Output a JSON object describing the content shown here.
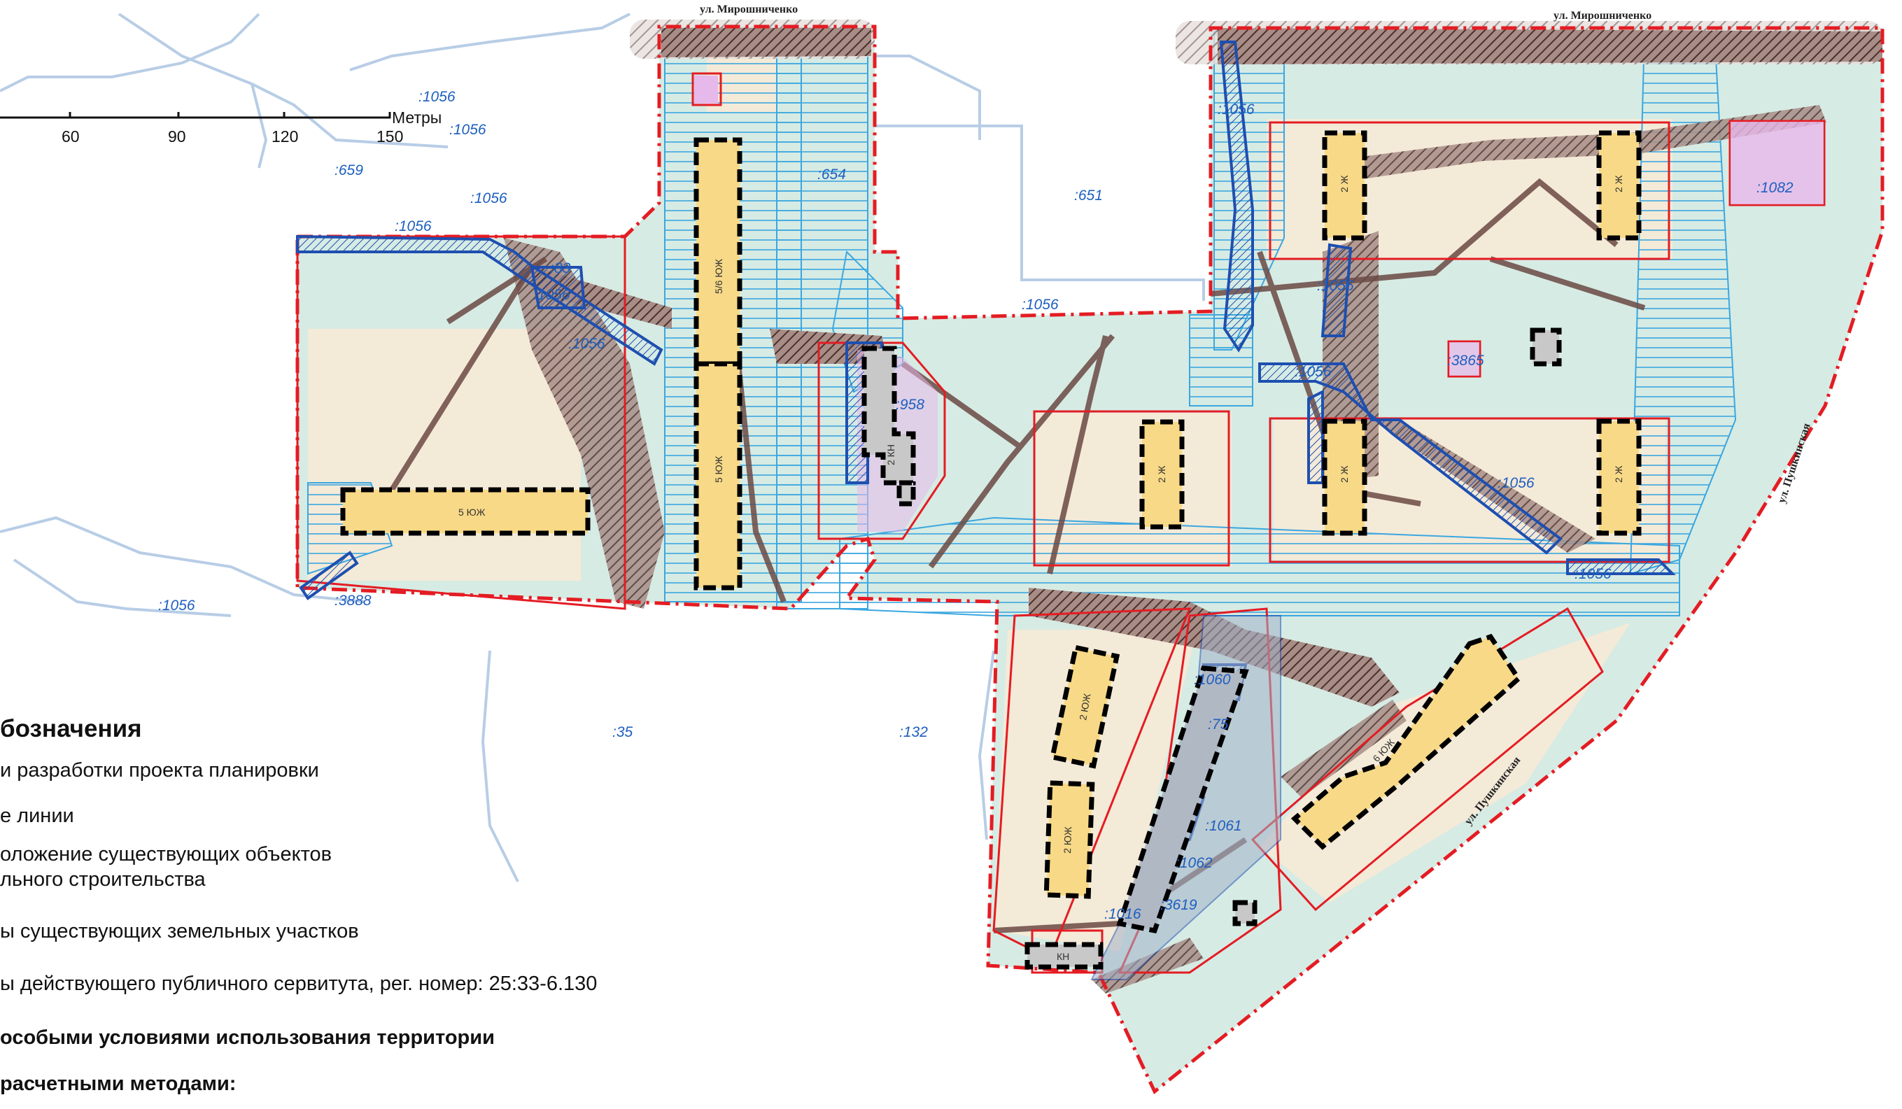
{
  "colors": {
    "boundary_red": "#e41c23",
    "servitude_blue": "#1e4fb0",
    "zone_cyan": "#3aa7e0",
    "building_fill": "#f7d987",
    "building_outline": "#000000",
    "easement_brown": "#6b4a44",
    "territory_green": "#d6ebe4",
    "parcel_pink": "#e7b8ea",
    "base_lines": "#b8cde6"
  },
  "streets": {
    "miroshnichenko_1": "ул. Мирошниченко",
    "miroshnichenko_2": "ул. Мирошниченко",
    "pushkinskaya_1": "ул. Пушкинская",
    "pushkinskaya_2": "ул. Пушкинская"
  },
  "scale_bar": {
    "ticks": [
      "60",
      "90",
      "120",
      "150"
    ],
    "unit": "Метры"
  },
  "parcels": [
    ":1056",
    ":1056",
    ":659",
    ":1056",
    ":1056",
    ":83",
    ":1056",
    ":1056",
    ":654",
    ":651",
    ":958",
    ":1056",
    ":1056",
    ":1082",
    ":1056",
    ":3865",
    ":1056",
    ":1056",
    ":1056",
    ":3888",
    ":1056",
    ":35",
    ":132",
    ":1060",
    ":75",
    ":1061",
    ":1062",
    ":1016",
    ":3619"
  ],
  "building_labels": [
    "5/6 ЮЖ",
    "5 ЮЖ",
    "5 ЮЖ",
    "2 КН",
    "2 Ж",
    "2 Ж",
    "2 Ж",
    "2 Ж",
    "2 Ж",
    "2 ЮЖ",
    "2 ЮЖ",
    "6 ЮЖ",
    "КН"
  ],
  "legend": {
    "title": "бозначения",
    "items": [
      "и разработки проекта планировки",
      "е линии",
      "оложение существующих объектов",
      "льного строительства",
      "ы существующих земельных участков",
      "ы действующего публичного сервитута, рег. номер: 25:33-6.130"
    ],
    "subheading_1": "особыми условиями использования территории",
    "subheading_2": "расчетными методами:"
  }
}
